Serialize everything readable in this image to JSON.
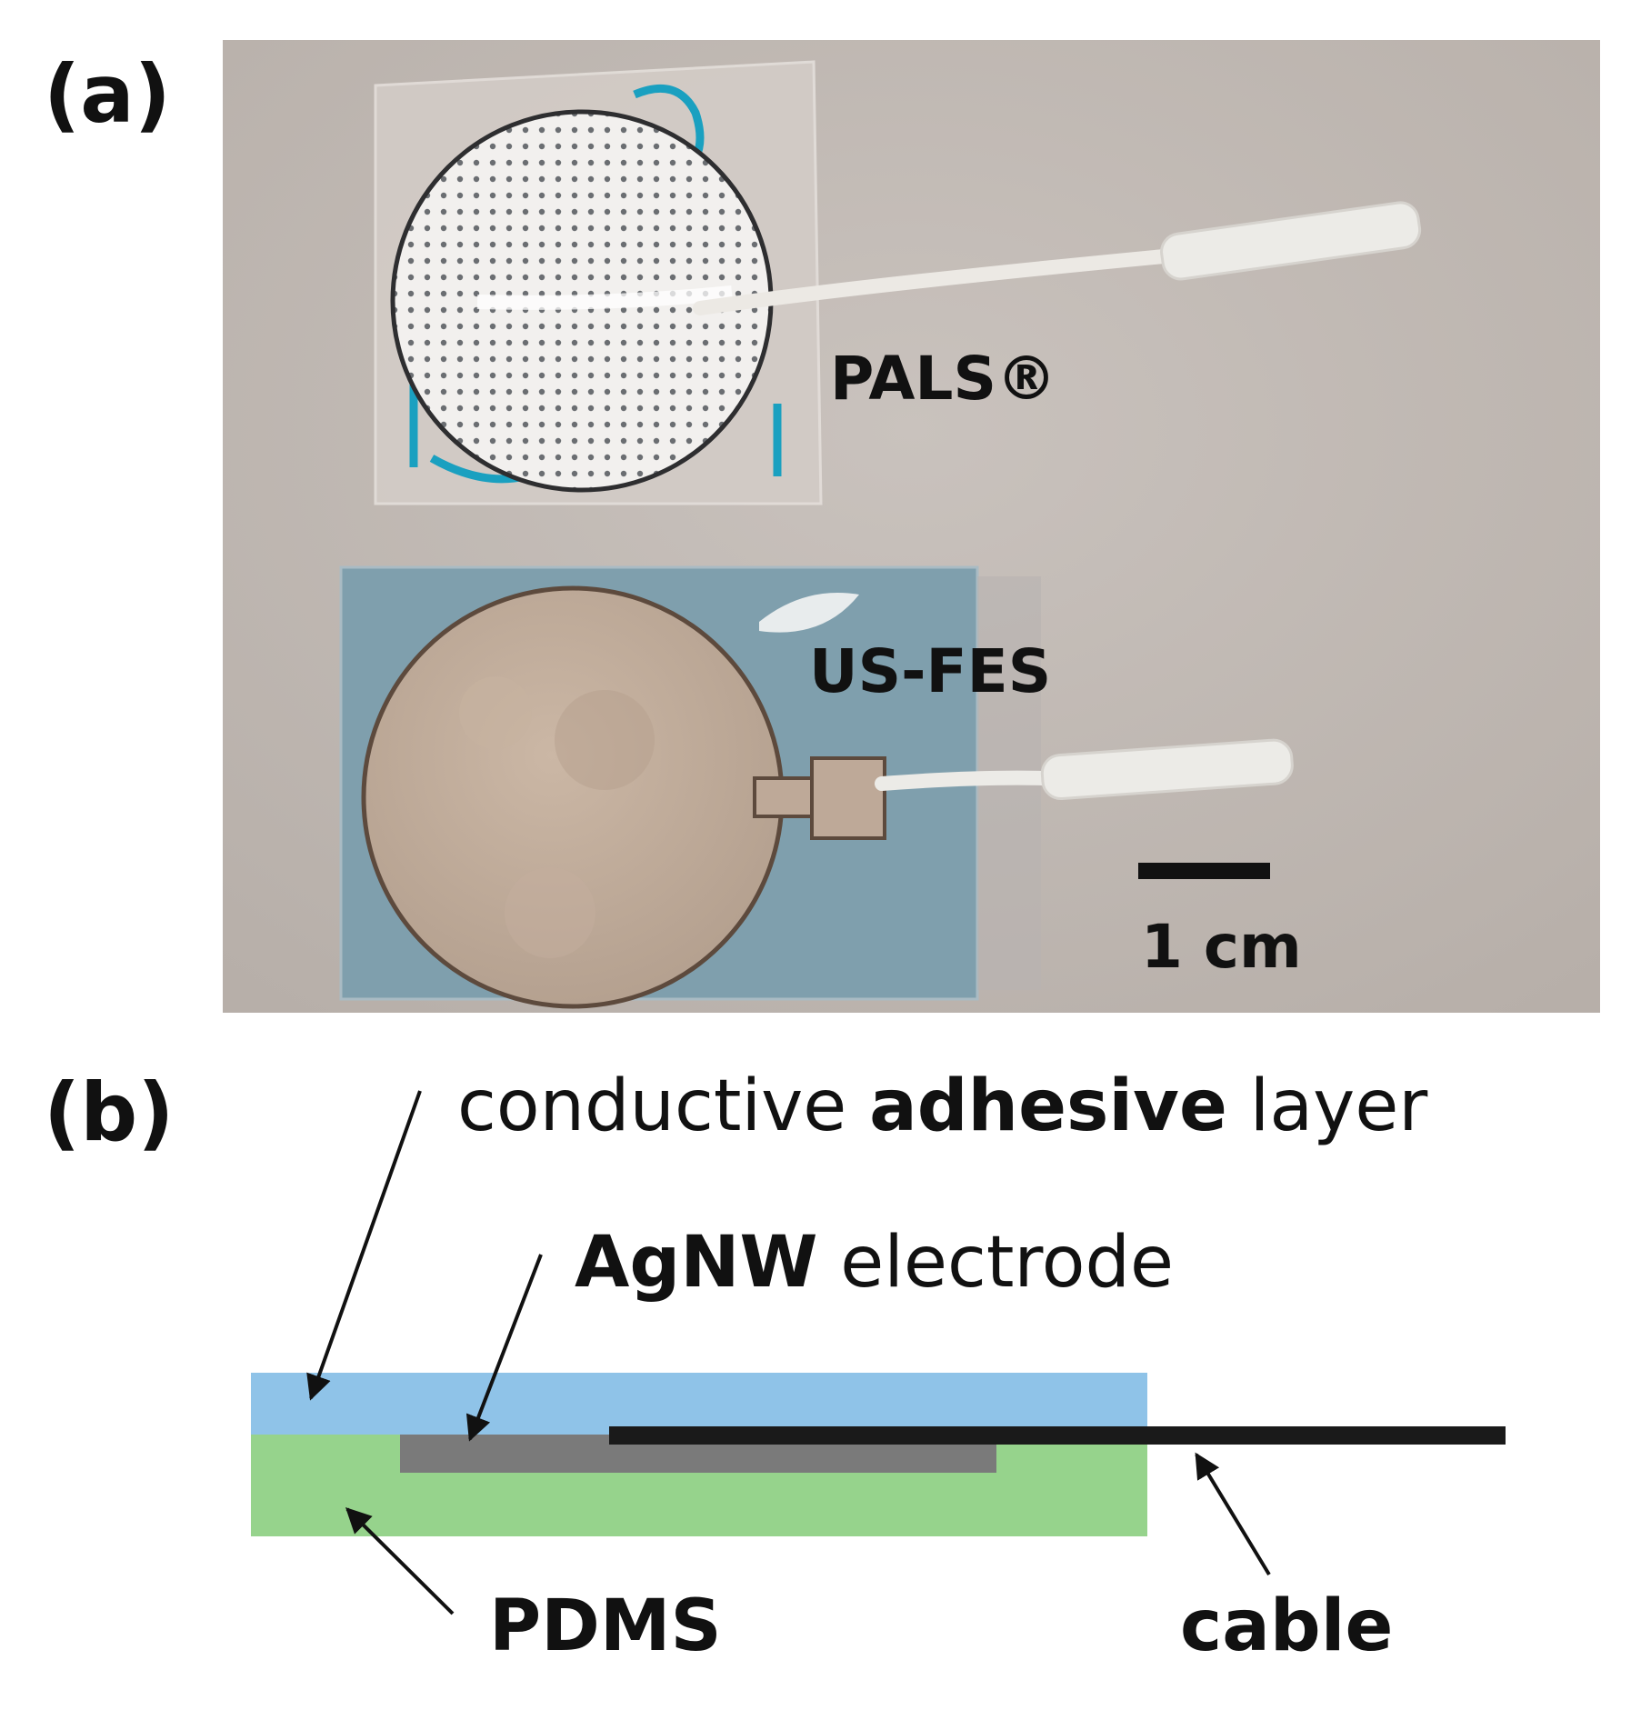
{
  "panels": {
    "a": {
      "label": "(a)"
    },
    "b": {
      "label": "(b)"
    }
  },
  "photo": {
    "electrode_top_label": "PALS®",
    "electrode_bottom_label": "US-FES",
    "scale_bar_label": "1 cm"
  },
  "layers": {
    "adhesive": {
      "pre": "conductive ",
      "bold": "adhesive",
      "post": " layer",
      "color": "#8fc3e8"
    },
    "agnw": {
      "bold": "AgNW",
      "post": " electrode",
      "color": "#7a7a7a"
    },
    "pdms": {
      "bold": "PDMS",
      "color": "#96d38c"
    },
    "cable": {
      "bold": "cable",
      "color": "#1a1a1a"
    }
  }
}
